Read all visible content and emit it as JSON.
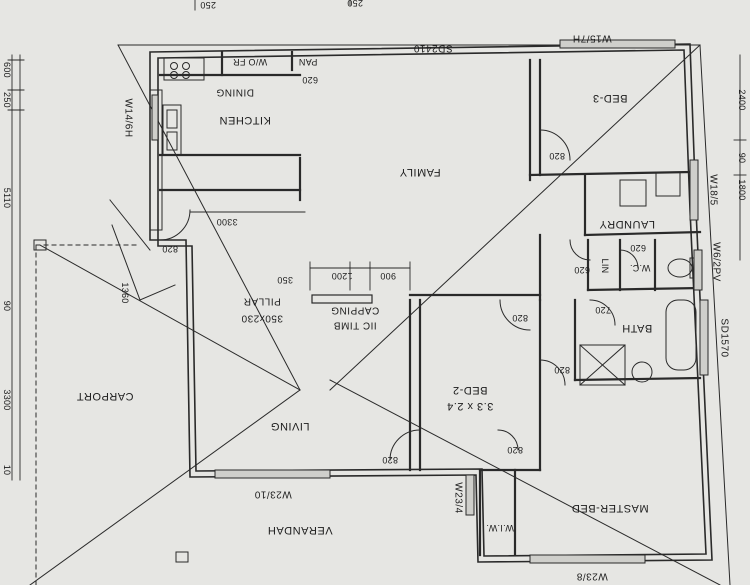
{
  "rooms": {
    "kitchen": "KITCHEN",
    "dining": "DINING",
    "family": "FAMILY",
    "bed3": "BED-3",
    "laundry": "LAUNDRY",
    "bath": "BATH",
    "wc": "W.C.",
    "lin": "LIN",
    "bed2": "BED-2",
    "bed2_size": "3.3 x 2.4",
    "living": "LIVING",
    "master": "MASTER-BED",
    "wiw": "W.I.W.",
    "carport": "CARPORT",
    "verandah": "VERANDAH",
    "pan": "PAN",
    "wofr": "W/O FR",
    "pillar_line1": "PILLAR",
    "pillar_line2": "350x230",
    "timb_line1": "IIC TIMB",
    "timb_line2": "CAPPING"
  },
  "windows": {
    "sd2410": "SD2410",
    "w15_7h": "W15/7H",
    "w14_6h": "W14/6H",
    "w18_5": "W18/5",
    "w6_2pv": "W6/2PV",
    "sd1570": "SD1570",
    "w23_10": "W23/10",
    "w23_8": "W23/8",
    "w23_4": "W23/4"
  },
  "doors": {
    "d_kitchen": "620",
    "d_bed3": "820",
    "d_entry": "820",
    "d_laundry": "620",
    "d_lin": "620",
    "d_bath": "720",
    "d_family": "820",
    "d_bed2": "820",
    "d_wiw": "820",
    "d_living": "820"
  },
  "dimensions": {
    "d3300": "3300",
    "d1360": "1360",
    "d350": "350",
    "d1200": "1200",
    "d900": "900",
    "top_a": "250",
    "top_b": "250",
    "left_600": "600",
    "left_250": "250",
    "left_5110": "5110",
    "left_90": "90",
    "left_3300": "3300",
    "left_10": "10",
    "right_2400": "2400",
    "right_90": "90",
    "right_1800": "1800"
  }
}
